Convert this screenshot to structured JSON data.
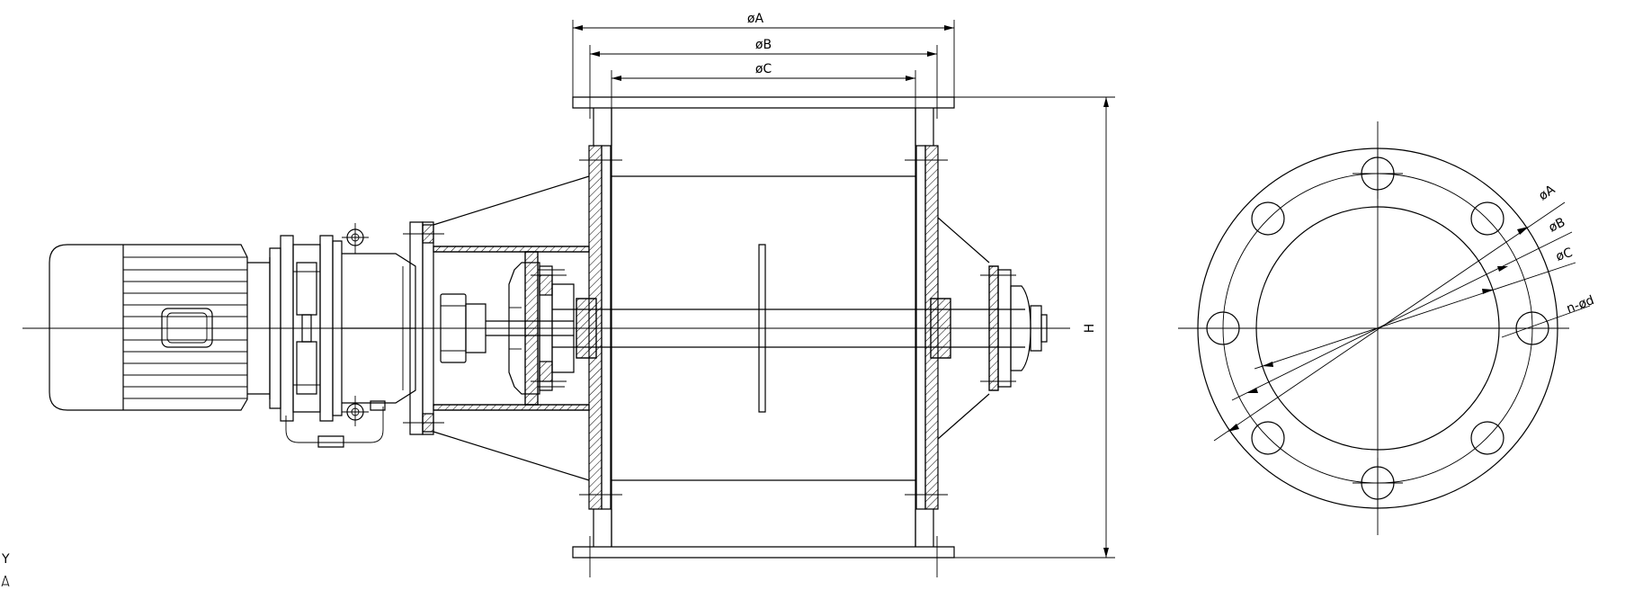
{
  "labels": {
    "dim_a": "øA",
    "dim_b": "øB",
    "dim_c": "øC",
    "dim_h": "H",
    "end_a": "øA",
    "end_b": "øB",
    "end_c": "øC",
    "end_holes": "n-ød"
  },
  "ucs": {
    "y": "Y"
  },
  "colors": {
    "line": "#000000",
    "background": "#ffffff"
  }
}
